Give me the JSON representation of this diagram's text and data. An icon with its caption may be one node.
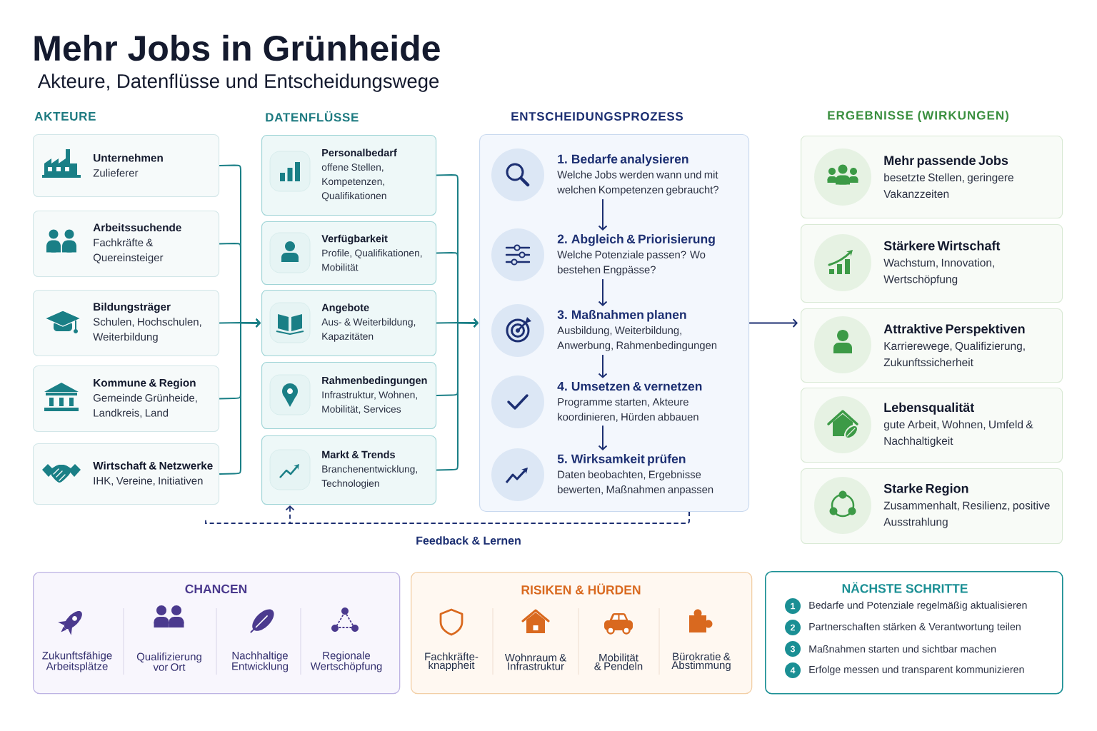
{
  "diagram": {
    "title": "Mehr Jobs in Grünheide",
    "nodes": [
      {
        "text": [
          "Unternehmen",
          "Zulieferer"
        ]
      },
      {
        "text": [
          "Arbeitssuchende",
          "Fachkräfte & Quereinsteiger"
        ]
      },
      {
        "text": [
          "Bildungsträger",
          "Schulen, Hochschulen, Weiterbildung"
        ]
      },
      {
        "text": [
          "Kommune & Region",
          "Gemeinde Grünheide, Landkreis, Land"
        ]
      },
      {
        "text": [
          "Wirtschaft & Netzwerke",
          "IHK, Vereine, Initiativen"
        ]
      },
      {
        "text": [
          "Personalbedarf",
          "offene Stellen, Kompetenzen, Qualifikationen"
        ]
      },
      {
        "text": [
          "Verfügbarkeit",
          "Profile, Qualifikationen, Mobilität"
        ]
      },
      {
        "text": [
          "Angebote",
          "Aus- & Weiterbildung, Kapazitäten"
        ]
      },
      {
        "text": [
          "Rahmenbedingungen",
          "Infrastruktur, Wohnen, Mobilität, Services"
        ]
      },
      {
        "text": [
          "Markt & Trends",
          "Branchenentwicklung, Technologien"
        ]
      },
      {
        "text": [
          "ENTSCHEIDUNGSPROZESS"
        ]
      },
      {
        "text": [
          "1. Bedarfe analysieren",
          "Welche Jobs werden wann und mit welchen Kompetenzen gebraucht?"
        ],
        "in": 10
      },
      {
        "text": [
          "2. Abgleich & Priorisierung",
          "Welche Potenziale passen? Wo bestehen Engpässe?"
        ],
        "in": 10
      },
      {
        "text": [
          "3. Maßnahmen planen",
          "Ausbildung, Weiterbildung, Anwerbung, Rahmenbedingungen"
        ],
        "in": 10
      },
      {
        "text": [
          "4. Umsetzen & vernetzen",
          "Programme starten, Akteure koordinieren, Hürden abbauen"
        ],
        "in": 10
      },
      {
        "text": [
          "5. Wirksamkeit prüfen",
          "Daten beobachten, Ergebnisse bewerten, Maßnahmen anpassen"
        ],
        "in": 10
      },
      {
        "text": [
          "Mehr passende Jobs",
          "besetzte Stellen, geringere Vakanzzeiten"
        ]
      },
      {
        "text": [
          "Stärkere Wirtschaft",
          "Wachstum, Innovation, Wertschöpfung"
        ]
      },
      {
        "text": [
          "Attraktive Perspektiven",
          "Karrierewege, Qualifizierung, Zukunftssicherheit"
        ]
      },
      {
        "text": [
          "Lebensqualität",
          "gute Arbeit, Wohnen, Umfeld & Nachhaltigkeit"
        ]
      },
      {
        "text": [
          "Starke Region",
          "Zusammenhalt, Resilienz, positive Ausstrahlung"
        ]
      },
      {
        "text": [
          "CHANCEN",
          "Zukunftsfähige Arbeitsplätze",
          "Qualifizierung vor Ort",
          "Nachhaltige Entwicklung",
          "Regionale Wertschöpfung"
        ]
      },
      {
        "text": [
          "RISIKEN & HÜRDEN",
          "Fachkräfte- knappheit",
          "Wohnraum & Infrastruktur",
          "Mobilität & Pendeln",
          "Bürokratie & Abstimmung"
        ]
      },
      {
        "text": [
          "NÄCHSTE SCHRITTE"
        ]
      },
      {
        "text": [
          "1"
        ],
        "beside": [
          "Bedarfe und Potenziale regelmäßig aktualisieren"
        ],
        "in": 23
      },
      {
        "text": [
          "2"
        ],
        "beside": [
          "Partnerschaften stärken & Verantwortung teilen"
        ],
        "in": 23
      },
      {
        "text": [
          "3"
        ],
        "beside": [
          "Maßnahmen starten und sichtbar machen"
        ],
        "in": 23
      },
      {
        "text": [
          "4"
        ],
        "beside": [
          "Erfolge messen und transparent kommunizieren"
        ],
        "in": 23
      }
    ],
    "edges": [
      {
        "from": 0,
        "to": 7,
        "arrow": "to"
      },
      {
        "from": 1,
        "to": 7,
        "arrow": "to"
      },
      {
        "from": 2,
        "to": 7,
        "arrow": "to"
      },
      {
        "from": 3,
        "to": 7,
        "arrow": "to"
      },
      {
        "from": 4,
        "to": 7,
        "arrow": "to"
      },
      {
        "from": 5,
        "to": 10,
        "arrow": "to"
      },
      {
        "from": 6,
        "to": 10,
        "arrow": "to"
      },
      {
        "from": 7,
        "to": 10,
        "arrow": "to"
      },
      {
        "from": 8,
        "to": 10,
        "arrow": "to"
      },
      {
        "from": 9,
        "to": 10,
        "arrow": "to"
      },
      {
        "from": 10,
        "to": 18,
        "arrow": "to",
        "color": "#1c2f72"
      },
      {
        "from": 11,
        "to": 12,
        "arrow": "to",
        "color": "#1c2f72"
      },
      {
        "from": 12,
        "to": 13,
        "arrow": "to",
        "color": "#1c2f72"
      },
      {
        "from": 13,
        "to": 14,
        "arrow": "to",
        "color": "#1c2f72"
      },
      {
        "from": 14,
        "to": 15,
        "arrow": "to",
        "color": "#1c2f72"
      },
      {
        "from": 10,
        "to": 9,
        "arrow": "to",
        "style": "dashed",
        "color": "#1c2f72",
        "label": "Feedback & Lernen"
      },
      {
        "from": 10,
        "to": null,
        "arrow": "none",
        "style": "dashed",
        "color": "#1c2f72"
      }
    ],
    "labels": [
      "Akteure, Datenflüsse und Entscheidungswege",
      "AKTEURE",
      "DATENFLÜSSE",
      "ERGEBNISSE (WIRKUNGEN)"
    ]
  }
}
